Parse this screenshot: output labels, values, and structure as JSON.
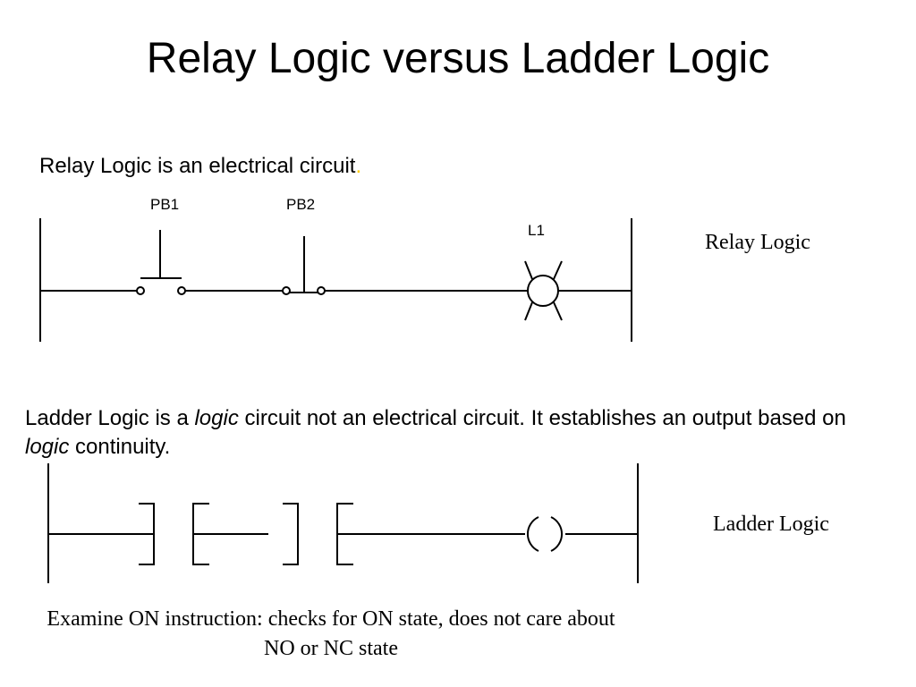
{
  "slide": {
    "title": "Relay Logic versus Ladder Logic"
  },
  "relay_section": {
    "intro_text": "Relay Logic is an electrical circuit",
    "intro_period": ".",
    "intro_period_color": "#ffcc00",
    "labels": {
      "pb1": "PB1",
      "pb2": "PB2",
      "l1": "L1"
    },
    "caption": "Relay Logic"
  },
  "ladder_section": {
    "intro_part1": "Ladder Logic is a ",
    "intro_emph1": "logic",
    "intro_part2": " circuit not an electrical circuit.   It establishes an output based on ",
    "intro_emph2": "logic",
    "intro_part3": " continuity.",
    "caption": "Ladder Logic",
    "note": "Examine ON instruction: checks for ON state, does not care about NO or NC state"
  }
}
